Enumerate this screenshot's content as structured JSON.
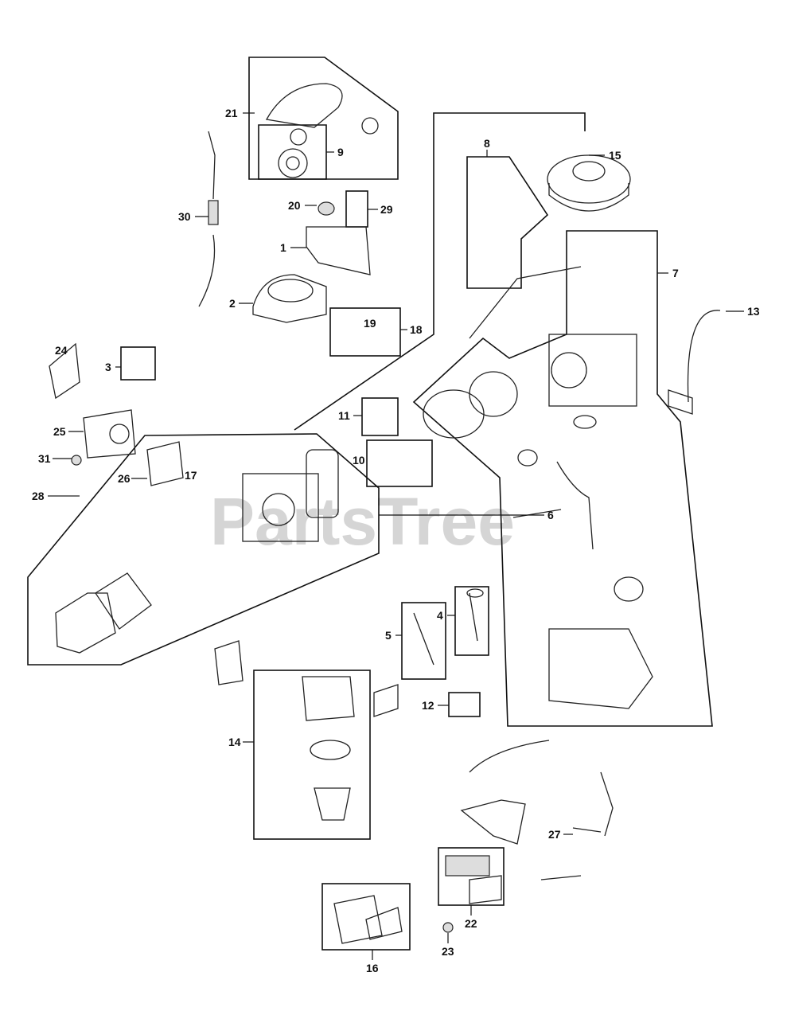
{
  "watermark": "PartsTree",
  "callouts": {
    "c1": "1",
    "c2": "2",
    "c3": "3",
    "c4": "4",
    "c5": "5",
    "c6": "6",
    "c7": "7",
    "c8": "8",
    "c9": "9",
    "c10": "10",
    "c11": "11",
    "c12": "12",
    "c13": "13",
    "c14": "14",
    "c15": "15",
    "c16": "16",
    "c17": "17",
    "c18": "18",
    "c19": "19",
    "c20": "20",
    "c21": "21",
    "c22": "22",
    "c23": "23",
    "c24": "24",
    "c25": "25",
    "c26": "26",
    "c27": "27",
    "c28": "28",
    "c29": "29",
    "c30": "30",
    "c31": "31"
  },
  "colors": {
    "line": "#111111",
    "watermark": "#c8c8c8"
  }
}
